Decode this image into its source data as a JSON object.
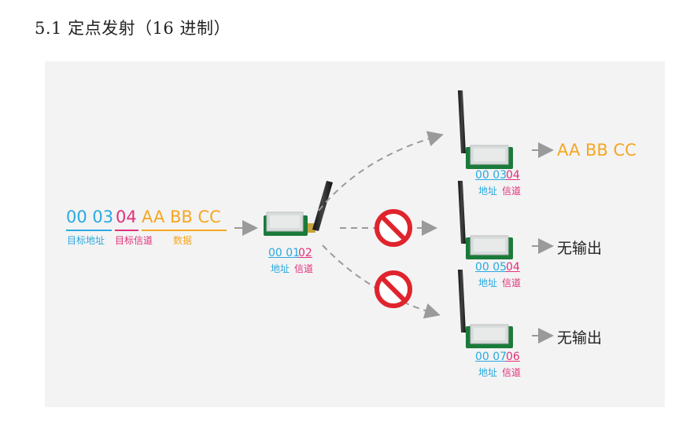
{
  "heading": "5.1 定点发射（16 进制）",
  "colors": {
    "address": "#29a9e0",
    "channel": "#e2307b",
    "data": "#f6a623",
    "arrow": "#9a9a9a",
    "block": "#e0242d"
  },
  "sender": {
    "address": "00 03",
    "channel": "04",
    "data": "AA BB CC",
    "label_address": "目标地址",
    "label_channel": "目标信道",
    "label_data": "数据"
  },
  "transmitter": {
    "address": "00 01",
    "channel": "02",
    "label_address": "地址",
    "label_channel": "信道"
  },
  "receivers": [
    {
      "address": "00 03",
      "channel": "04",
      "label_address": "地址",
      "label_channel": "信道",
      "output": "AA BB CC",
      "blocked": false
    },
    {
      "address": "00 05",
      "channel": "04",
      "label_address": "地址",
      "label_channel": "信道",
      "output": "无输出",
      "blocked": true
    },
    {
      "address": "00 07",
      "channel": "06",
      "label_address": "地址",
      "label_channel": "信道",
      "output": "无输出",
      "blocked": true
    }
  ],
  "icons": {
    "module": "wireless-module-icon",
    "block": "prohibited-icon",
    "arrow": "arrow-icon"
  }
}
